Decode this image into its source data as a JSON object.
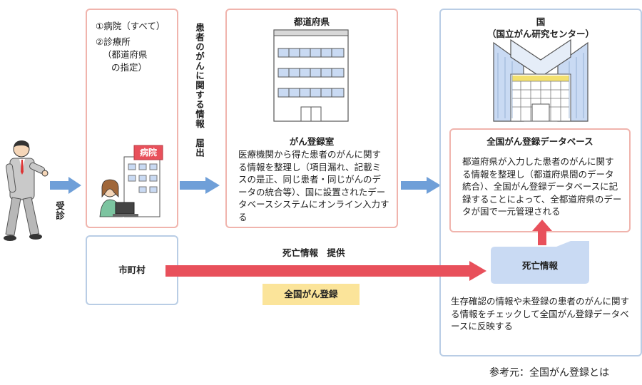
{
  "patient": {
    "visit_label": "受診"
  },
  "hospital_box": {
    "item1": "①病院（すべて）",
    "item2_line1": "②診療所",
    "item2_line2": "（都道府県",
    "item2_line3": "の指定）",
    "sign": "病院"
  },
  "report_label": "患者のがんに関する情報　届出",
  "prefecture_box": {
    "title": "都道府県",
    "office": "がん登録室",
    "desc": "医療機関から得た患者のがんに関する情報を整理し（項目漏れ、記載ミスの是正、同じ患者・同じがんのデータの統合等）、国に設置されたデータベースシステムにオンライン入力する"
  },
  "national_box": {
    "title_line1": "国",
    "title_line2": "（国立がん研究センター）",
    "db_title": "全国がん登録データベース",
    "db_desc": "都道府県が入力した患者のがんに関する情報を整理し（都道府県間のデータ統合）、全国がん登録データベースに記録することによって、全都道府県のデータが国で一元管理される",
    "death_doc": "死亡情報",
    "check_desc": "生存確認の情報や未登録の患者のがんに関する情報をチェックして全国がん登録データベースに反映する"
  },
  "municipality_box": {
    "label": "市町村"
  },
  "death_flow_label": "死亡情報　提供",
  "national_registry_tag": "全国がん登録",
  "source_note": "参考元：全国がん登録とは",
  "colors": {
    "pink_border": "#f0b4ad",
    "blue_border": "#b9cde5",
    "blue_arrow": "#6f9fd8",
    "red_arrow": "#e8505b",
    "tag_yellow": "#fbe49a",
    "doc_blue": "#c9daf3"
  }
}
